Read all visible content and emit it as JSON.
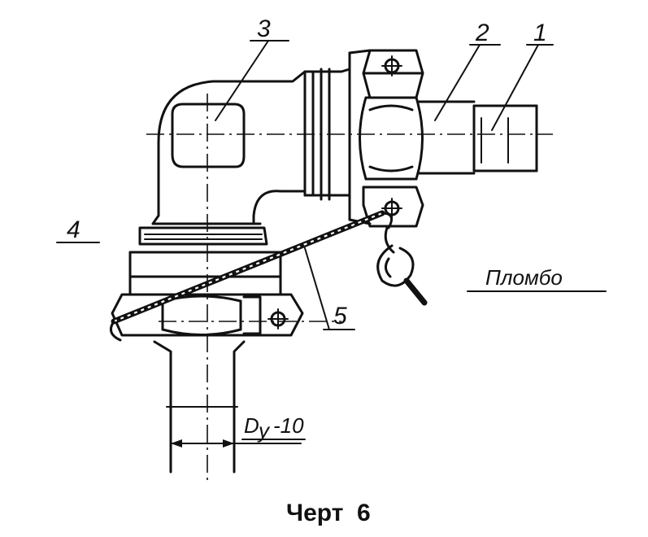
{
  "callouts": {
    "label_1": "1",
    "label_2": "2",
    "label_3": "3",
    "label_4": "4",
    "label_5": "5",
    "seal": "Пломбо",
    "diameter": "D",
    "diameter_sub": "у",
    "diameter_value": "-10"
  },
  "caption": "Черт  6"
}
